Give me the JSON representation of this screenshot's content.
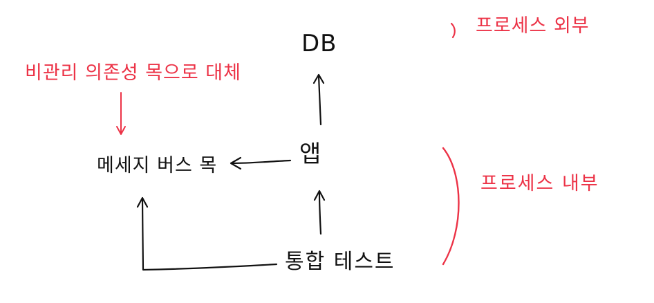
{
  "nodes": {
    "db": "DB",
    "app": "앱",
    "message_bus_mock": "메세지 버스 목",
    "integration_test": "통합 테스트"
  },
  "annotations": {
    "unmanaged_dependency_mock": "비관리 의존성 목으로 대체",
    "process_outside": "프로세스 외부",
    "process_inside": "프로세스 내부"
  },
  "colors": {
    "ink": "#111111",
    "annotation": "#ec3246",
    "background": "#ffffff"
  }
}
